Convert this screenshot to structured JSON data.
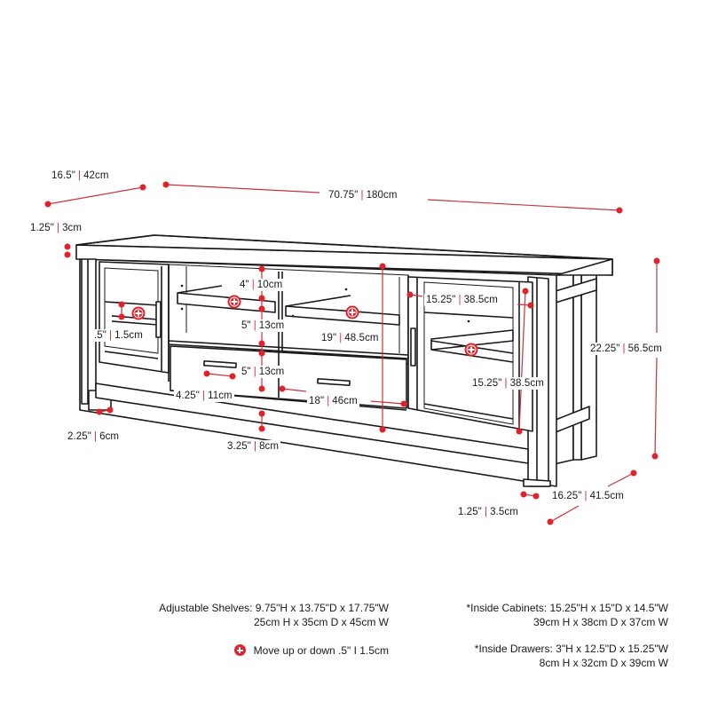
{
  "product": "TV stand with two glass-door cabinets, open adjustable shelves and two drawers",
  "colors": {
    "dimension_red": "#e0222d",
    "line": "#1a1a1a",
    "background": "#ffffff"
  },
  "dimensions": {
    "depth_top": {
      "imperial": "16.5\"",
      "metric": "42cm"
    },
    "width": {
      "imperial": "70.75\"",
      "metric": "180cm"
    },
    "top_thickness": {
      "imperial": "1.25\"",
      "metric": "3cm"
    },
    "shelf_adjust_left": {
      "imperial": ".5\"",
      "metric": "1.5cm"
    },
    "leg_width_front": {
      "imperial": "2.25\"",
      "metric": "6cm"
    },
    "upper_opening": {
      "imperial": "4\"",
      "metric": "10cm"
    },
    "lower_opening": {
      "imperial": "5\"",
      "metric": "13cm"
    },
    "drawer_height": {
      "imperial": "5\"",
      "metric": "13cm"
    },
    "drawer_offset": {
      "imperial": "4.25\"",
      "metric": "11cm"
    },
    "center_height": {
      "imperial": "19\"",
      "metric": "48.5cm"
    },
    "drawer_width": {
      "imperial": "18\"",
      "metric": "46cm"
    },
    "clearance": {
      "imperial": "3.25\"",
      "metric": "8cm"
    },
    "cabinet_width": {
      "imperial": "15.25\"",
      "metric": "38.5cm"
    },
    "cabinet_height": {
      "imperial": "15.25\"",
      "metric": "38.5cm"
    },
    "total_height": {
      "imperial": "22.25\"",
      "metric": "56.5cm"
    },
    "depth_base": {
      "imperial": "16.25\"",
      "metric": "41.5cm"
    },
    "leg_width_side": {
      "imperial": "1.25\"",
      "metric": "3.5cm"
    }
  },
  "notes": {
    "adjustable_shelves": {
      "line1": "Adjustable Shelves: 9.75\"H x 13.75\"D x 17.75\"W",
      "line2": "25cm H x 35cm D x 45cm W"
    },
    "move_legend": {
      "icon": "plus-circle-icon",
      "text": "Move up or down .5\" I 1.5cm"
    },
    "inside_cabinets": {
      "line1": "*Inside Cabinets: 15.25\"H x 15\"D x 14.5\"W",
      "line2": "39cm H x 38cm D x 37cm W"
    },
    "inside_drawers": {
      "line1": "*Inside Drawers: 3\"H x 12.5\"D x 15.25\"W",
      "line2": "8cm H x 32cm D x 39cm W"
    }
  }
}
